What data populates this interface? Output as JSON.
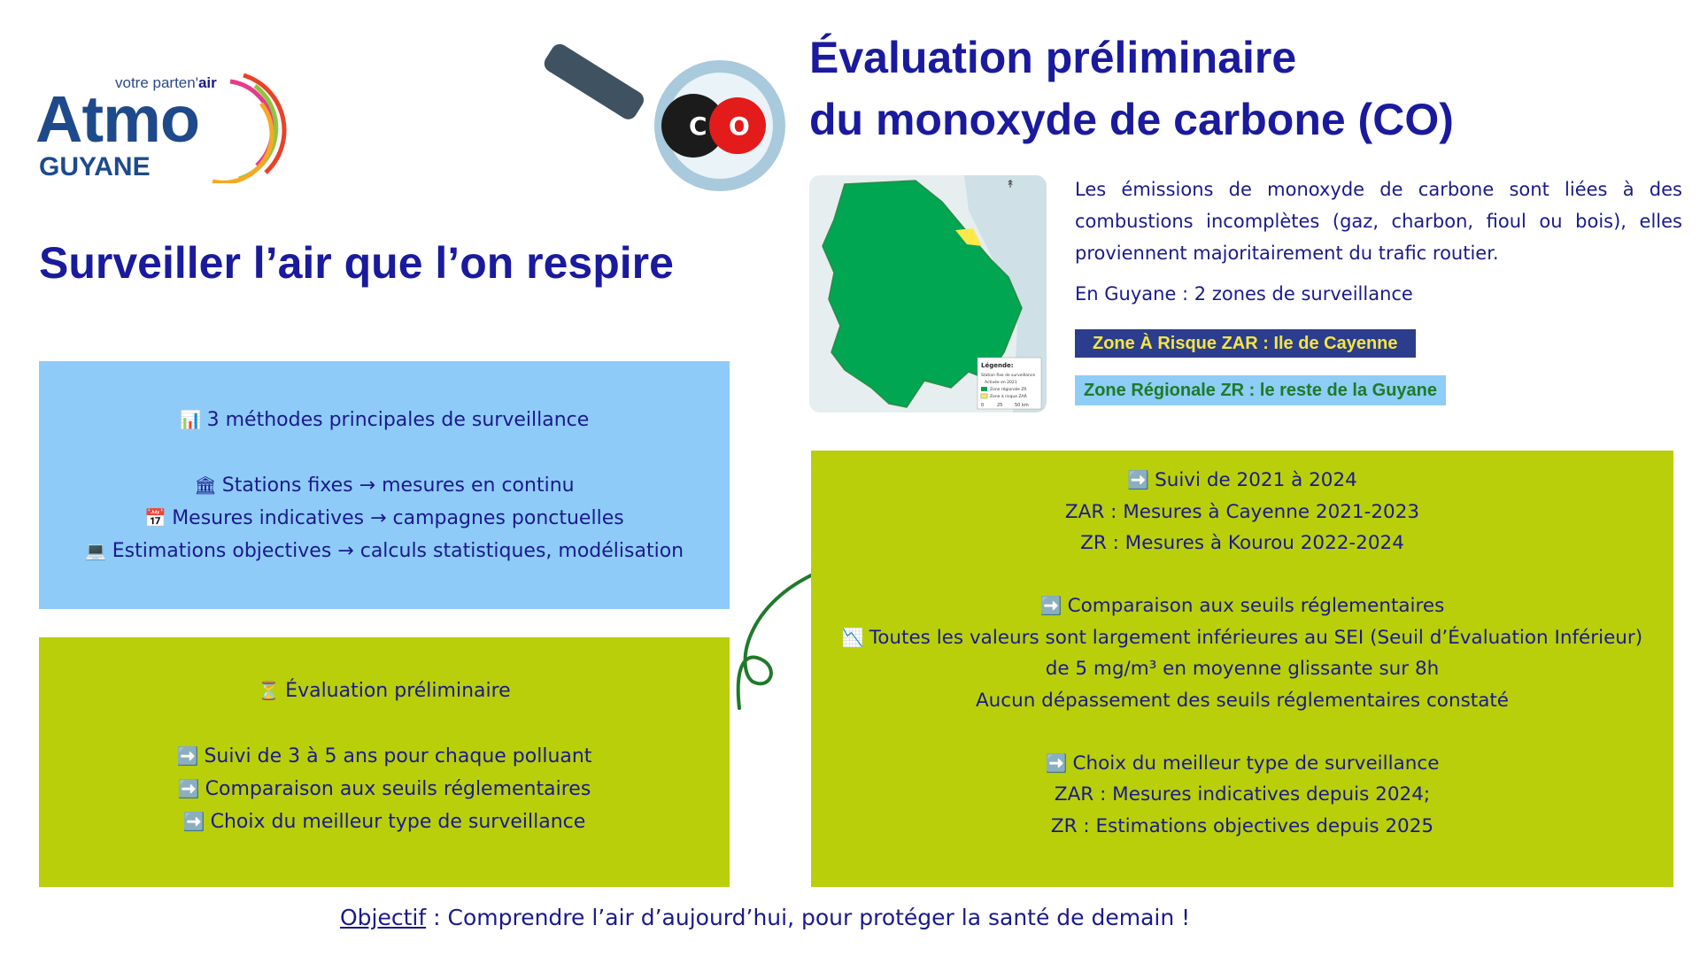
{
  "logo": {
    "tagline_prefix": "votre parten'",
    "tagline_suffix": "air",
    "name": "Atmo",
    "region": "GUYANE"
  },
  "left_title": "Surveiller l’air que l’on respire",
  "main_title": {
    "line1": "Évaluation préliminaire",
    "line2": "du monoxyde de carbone (CO)"
  },
  "magnifier": {
    "atom1": "C",
    "atom2": "O"
  },
  "map": {
    "legend_title": "Légende:",
    "legend_items": [
      "Station fixe de surveillance",
      "Activée en 2021",
      "Zone régionale ZR",
      "Zone à risque ZAR"
    ],
    "scale": [
      "0",
      "25",
      "50 km"
    ]
  },
  "intro": "Les émissions de monoxyde de carbone sont liées à des combustions incomplètes (gaz, charbon, fioul ou bois), elles proviennent majoritairement du trafic routier.",
  "zones_heading": "En Guyane : 2 zones de surveillance",
  "zar_badge": "Zone À Risque ZAR : Ile de Cayenne",
  "zr_badge": "Zone Régionale ZR : le reste de la Guyane",
  "methods": {
    "title": "3 méthodes principales de surveillance",
    "items": [
      {
        "icon": "🏛",
        "text": "Stations fixes → mesures en continu"
      },
      {
        "icon": "📅",
        "text": "Mesures indicatives → campagnes ponctuelles"
      },
      {
        "icon": "💻",
        "text": "Estimations objectives → calculs statistiques, modélisation"
      }
    ],
    "title_icon": "📊"
  },
  "evaluation": {
    "title_icon": "⏳",
    "title": "Évaluation préliminaire",
    "items": [
      "Suivi de 3 à 5 ans pour chaque polluant",
      "Comparaison aux seuils réglementaires",
      "Choix du meilleur type de surveillance"
    ],
    "item_icon": "➡️"
  },
  "followup": {
    "arrow_icon": "➡️",
    "trend_icon": "📉",
    "section1_title": "Suivi de 2021 à 2024",
    "section1_lines": [
      "ZAR : Mesures à Cayenne 2021-2023",
      "ZR : Mesures à Kourou 2022-2024"
    ],
    "section2_title": "Comparaison aux seuils réglementaires",
    "section2_line1": "Toutes les valeurs sont largement inférieures au SEI (Seuil d’Évaluation Inférieur)",
    "section2_line2": "de 5 mg/m³ en moyenne glissante sur 8h",
    "section2_line3": "Aucun dépassement des seuils réglementaires constaté",
    "section3_title": "Choix du meilleur type de surveillance",
    "section3_lines": [
      "ZAR : Mesures indicatives depuis 2024;",
      "ZR : Estimations objectives depuis 2025"
    ]
  },
  "objective": {
    "label": "Objectif",
    "separator": " : ",
    "text": "Comprendre l’air d’aujourd’hui, pour protéger la santé de demain !"
  },
  "colors": {
    "navy": "#1a1a8c",
    "sky": "#8ecbf8",
    "lime": "#b9cf0a",
    "forest": "#00a651",
    "arrow_green": "#1e7a2a"
  }
}
